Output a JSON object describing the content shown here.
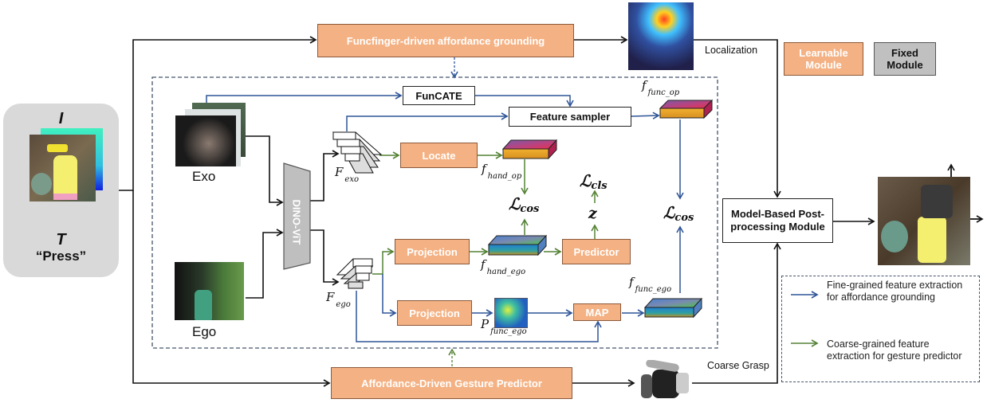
{
  "input": {
    "image_symbol": "I",
    "text_symbol": "T",
    "text_prompt": "“Press”",
    "image_icon": "spray-bottle-photo"
  },
  "modules": {
    "funcfinger": "Funcfinger-driven affordance grounding",
    "gesture_predictor": "Affordance-Driven Gesture Predictor",
    "funcate": "FunCATE",
    "feature_sampler": "Feature sampler",
    "locate": "Locate",
    "projection_top": "Projection",
    "projection_bottom": "Projection",
    "predictor": "Predictor",
    "map": "MAP",
    "dino_vit": "DINO-ViT",
    "post_processing": "Model-Based Post-processing Module"
  },
  "images": {
    "exo_label": "Exo",
    "ego_label": "Ego",
    "heatmap_icon": "affordance-heatmap",
    "robot_hand_icon": "robot-hand",
    "result_icon": "grasp-result-photo"
  },
  "features": {
    "F_exo": {
      "main": "F",
      "sub": "exo"
    },
    "F_ego": {
      "main": "F",
      "sub": "ego"
    },
    "f_func_op": {
      "main": "f",
      "sub": "func_op"
    },
    "f_hand_op": {
      "main": "f",
      "sub": "hand_op"
    },
    "f_hand_ego": {
      "main": "f",
      "sub": "hand_ego"
    },
    "f_func_ego": {
      "main": "f",
      "sub": "func_ego"
    },
    "P_func_ego": {
      "main": "P",
      "sub": "func_ego"
    },
    "z": "z"
  },
  "losses": {
    "cos_left": {
      "main": "ℒ",
      "sub": "cos"
    },
    "cos_right": {
      "main": "ℒ",
      "sub": "cos"
    },
    "cls": {
      "main": "ℒ",
      "sub": "cls"
    }
  },
  "edge_labels": {
    "localization": "Localization",
    "coarse_grasp": "Coarse Grasp"
  },
  "key": {
    "learnable": "Learnable Module",
    "fixed": "Fixed Module"
  },
  "legend": {
    "blue_label": "Fine-grained feature extraction for affordance grounding",
    "green_label": "Coarse-grained feature extraction for gesture predictor",
    "blue_color": "#2f5597",
    "green_color": "#548235"
  },
  "colors": {
    "learnable": "#f4b183",
    "fixed": "#c0c0c0",
    "panel": "#d9d9d9"
  }
}
